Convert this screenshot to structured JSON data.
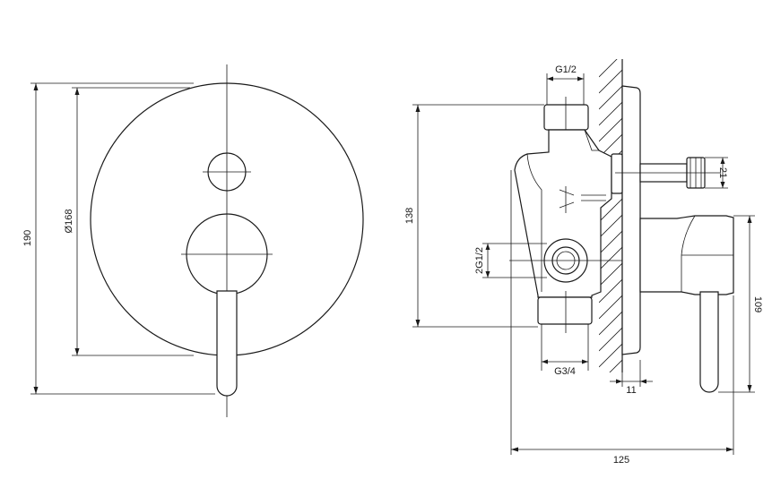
{
  "front_view": {
    "dim_height": "190",
    "dim_diameter": "Ø168"
  },
  "side_view": {
    "dim_top_inlet": "G1/2",
    "dim_body_height": "138",
    "dim_side_port": "2G1/2",
    "dim_bottom_outlet": "G3/4",
    "dim_spindle": "21",
    "dim_handle_height": "109",
    "dim_plate_thickness": "11",
    "dim_total_depth": "125"
  }
}
